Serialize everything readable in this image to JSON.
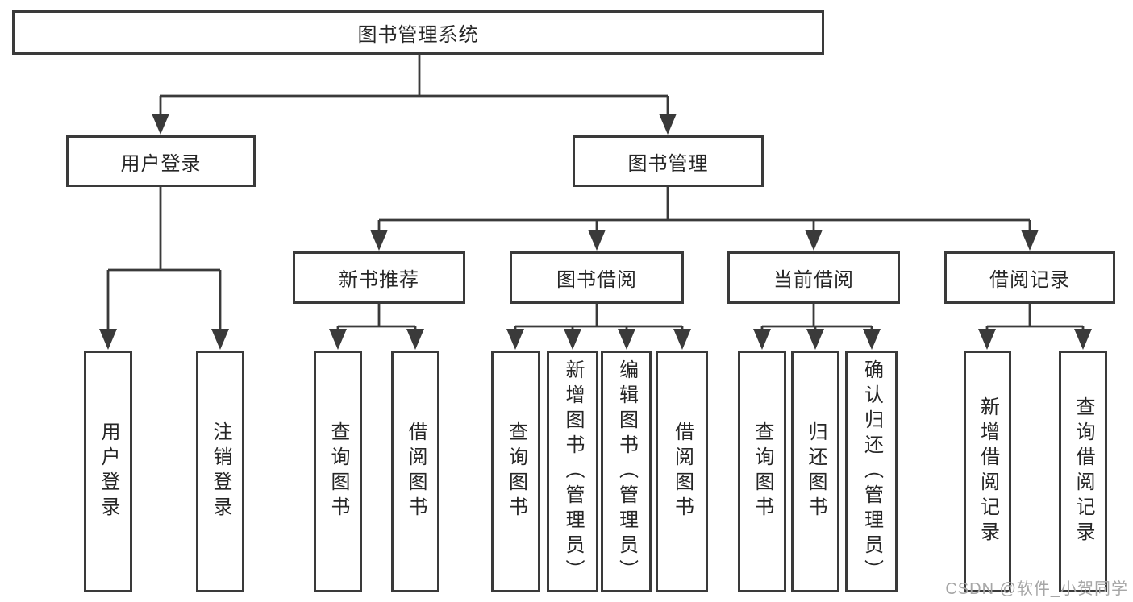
{
  "diagram_title": "图书管理系统",
  "tree": {
    "label": "图书管理系统",
    "children": [
      {
        "label": "用户登录",
        "children": [
          {
            "label": "用户登录"
          },
          {
            "label": "注销登录"
          }
        ]
      },
      {
        "label": "图书管理",
        "children": [
          {
            "label": "新书推荐",
            "children": [
              {
                "label": "查询图书"
              },
              {
                "label": "借阅图书"
              }
            ]
          },
          {
            "label": "图书借阅",
            "children": [
              {
                "label": "查询图书"
              },
              {
                "label": "新增图书（管理员）"
              },
              {
                "label": "编辑图书（管理员）"
              },
              {
                "label": "借阅图书"
              }
            ]
          },
          {
            "label": "当前借阅",
            "children": [
              {
                "label": "查询图书"
              },
              {
                "label": "归还图书"
              },
              {
                "label": "确认归还（管理员）"
              }
            ]
          },
          {
            "label": "借阅记录",
            "children": [
              {
                "label": "新增借阅记录"
              },
              {
                "label": "查询借阅记录"
              }
            ]
          }
        ]
      }
    ]
  },
  "watermark": "CSDN @软件_小贺同学",
  "colors": {
    "line": "#3a3a3a",
    "box_border": "#3a3a3a",
    "text": "#262626",
    "watermark": "#a6a6a6",
    "background": "#ffffff"
  }
}
